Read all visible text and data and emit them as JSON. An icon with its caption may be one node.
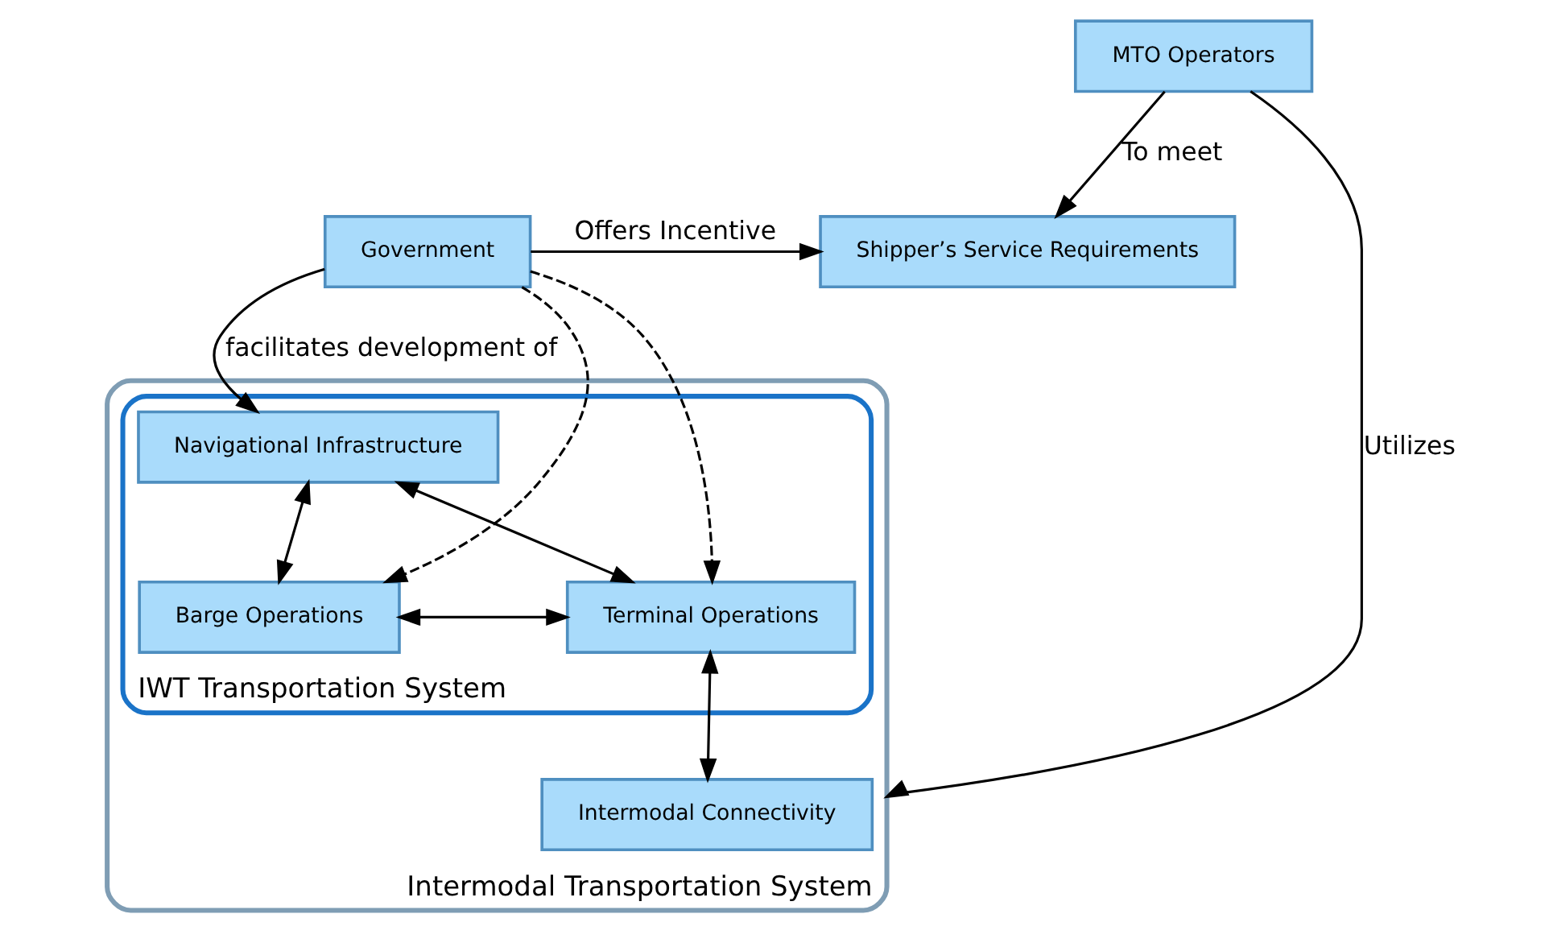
{
  "diagram": {
    "nodes": [
      {
        "text": [
          "Government"
        ]
      },
      {
        "text": [
          "Shipper’s Service Requirements"
        ]
      },
      {
        "text": [
          "MTO Operators"
        ]
      },
      {
        "text": [
          "Intermodal Transportation System"
        ]
      },
      {
        "text": [
          "IWT Transportation System"
        ],
        "in": 3
      },
      {
        "text": [
          "Navigational Infrastructure"
        ],
        "in": 4
      },
      {
        "text": [
          "Barge Operations"
        ],
        "in": 4
      },
      {
        "text": [
          "Terminal Operations"
        ],
        "in": 4
      },
      {
        "text": [
          "Intermodal Connectivity"
        ],
        "in": 3
      }
    ],
    "edges": [
      {
        "from": 0,
        "to": 1,
        "arrow": "to",
        "label": "Offers Incentive"
      },
      {
        "from": 2,
        "to": 1,
        "arrow": "to",
        "label": "To meet"
      },
      {
        "from": 2,
        "to": 3,
        "arrow": "to",
        "label": "Utilizes"
      },
      {
        "from": 0,
        "to": 6,
        "arrow": "to",
        "style": "dashed"
      },
      {
        "from": 0,
        "to": 5,
        "arrow": "to",
        "label": "facilitates development of"
      },
      {
        "from": 0,
        "to": 7,
        "arrow": "to",
        "style": "dashed"
      },
      {
        "from": 5,
        "to": 6,
        "arrow": "both"
      },
      {
        "from": 5,
        "to": 7,
        "arrow": "both"
      },
      {
        "from": 6,
        "to": 7,
        "arrow": "both"
      },
      {
        "from": 7,
        "to": 8,
        "arrow": "both"
      }
    ]
  }
}
